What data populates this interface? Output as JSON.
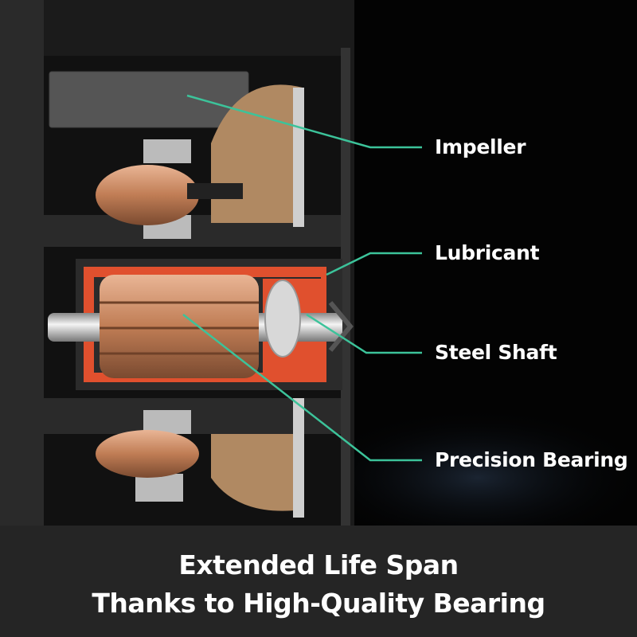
{
  "labels": {
    "impeller": "Impeller",
    "lubricant": "Lubricant",
    "steel_shaft": "Steel Shaft",
    "precision_bearing": "Precision Bearing"
  },
  "caption": {
    "line1": "Extended Life Span",
    "line2": "Thanks to High-Quality Bearing"
  },
  "colors": {
    "leader_line": "#3cc39a",
    "lubricant": "#e0502e",
    "copper": "#c88a63",
    "frame": "#2a2a2a"
  }
}
